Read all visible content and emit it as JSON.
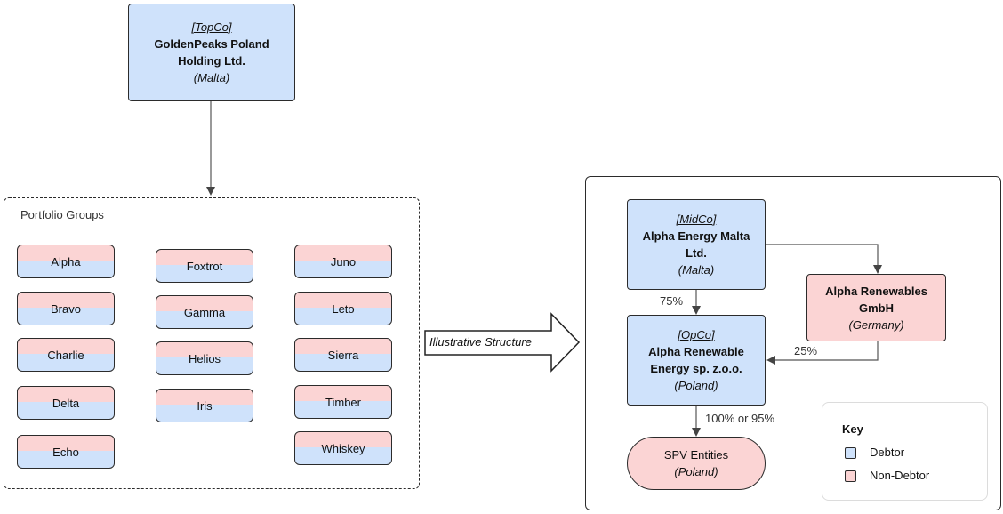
{
  "topco": {
    "tag": "[TopCo]",
    "name_line1": "GoldenPeaks Poland",
    "name_line2": "Holding Ltd.",
    "juris": "(Malta)"
  },
  "portfolio": {
    "title": "Portfolio Groups",
    "col1": [
      "Alpha",
      "Bravo",
      "Charlie",
      "Delta",
      "Echo"
    ],
    "col2": [
      "Foxtrot",
      "Gamma",
      "Helios",
      "Iris"
    ],
    "col3": [
      "Juno",
      "Leto",
      "Sierra",
      "Timber",
      "Whiskey"
    ]
  },
  "arrow_label": "Illustrative Structure",
  "midco": {
    "tag": "[MidCo]",
    "name_line1": "Alpha Energy Malta",
    "name_line2": "Ltd.",
    "juris": "(Malta)"
  },
  "gmbh": {
    "name_line1": "Alpha Renewables",
    "name_line2": "GmbH",
    "juris": "(Germany)"
  },
  "opco": {
    "tag": "[OpCo]",
    "name_line1": "Alpha Renewable",
    "name_line2": "Energy sp. z.o.o.",
    "juris": "(Poland)"
  },
  "spv": {
    "name": "SPV Entities",
    "juris": "(Poland)"
  },
  "edges": {
    "midco_opco": "75%",
    "gmbh_opco": "25%",
    "opco_spv": "100% or 95%"
  },
  "key": {
    "title": "Key",
    "debtor": "Debtor",
    "non_debtor": "Non-Debtor"
  },
  "colors": {
    "debtor": "#cfe2fb",
    "non_debtor": "#fbd4d4"
  }
}
